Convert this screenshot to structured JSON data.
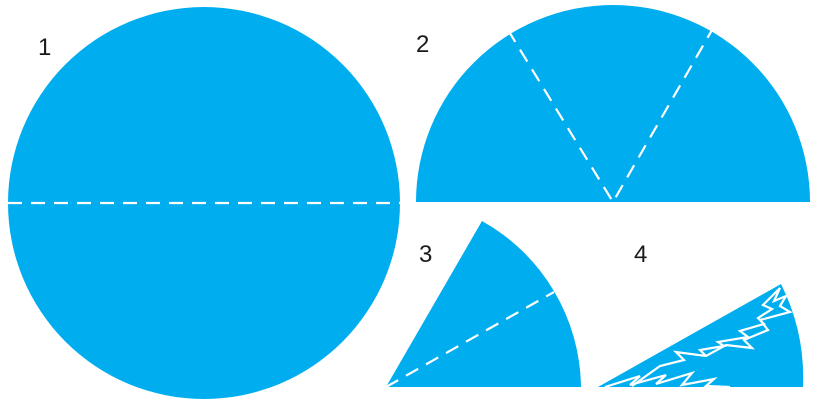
{
  "diagram": {
    "fill_color": "#00adef",
    "line_color": "#ffffff",
    "steps": [
      {
        "label": "1",
        "shape": "circle",
        "fold": "dashed-horizontal-diameter"
      },
      {
        "label": "2",
        "shape": "semicircle",
        "fold": "two-dashed-radii"
      },
      {
        "label": "3",
        "shape": "sector",
        "fold": "one-dashed-radius"
      },
      {
        "label": "4",
        "shape": "sector",
        "fold": "zigzag-cut-pattern"
      }
    ]
  }
}
